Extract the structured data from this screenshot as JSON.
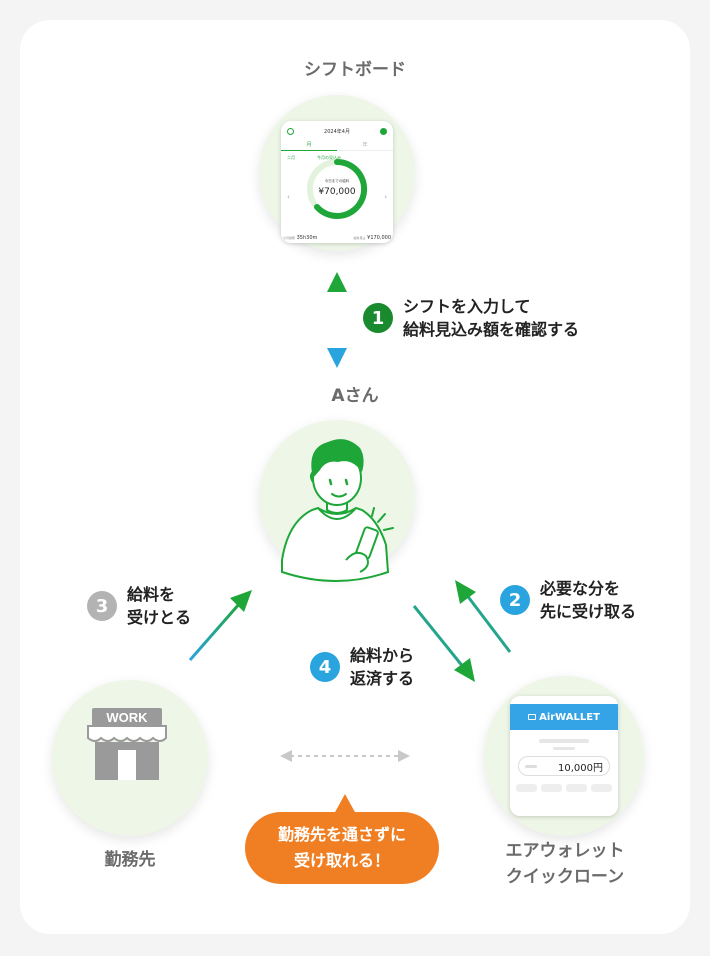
{
  "nodes": {
    "shiftboard": "シフトボード",
    "person": "Aさん",
    "workplace": "勤務先",
    "airwallet_line1": "エアウォレット",
    "airwallet_line2": "クイックローン"
  },
  "steps": [
    {
      "num": "1",
      "line1": "シフトを入力して",
      "line2": "給料見込み額を確認する",
      "color": "#1a8a2e"
    },
    {
      "num": "2",
      "line1": "必要な分を",
      "line2": "先に受け取る",
      "color": "#2aa4df"
    },
    {
      "num": "3",
      "line1": "給料を",
      "line2": "受けとる",
      "color": "#b3b3b3"
    },
    {
      "num": "4",
      "line1": "給料から",
      "line2": "返済する",
      "color": "#2aa4df"
    }
  ],
  "bubble": {
    "line1": "勤務先を通さずに",
    "line2": "受け取れる！"
  },
  "shop_sign": "WORK",
  "shiftboard_screen": {
    "header": "2024年4月",
    "tab_left": "月",
    "tab_right": "年",
    "back_label": "ニ月",
    "forecast_label": "今月の見込み",
    "ring_label": "今日までの給料",
    "amount": "¥70,000",
    "footer_left_label": "今月勤務",
    "footer_left_value": "35h30m",
    "footer_right_label": "給料見込",
    "footer_right_value": "¥170,000"
  },
  "airwallet_screen": {
    "brand": "AirWALLET",
    "amount": "10,000円"
  },
  "colors": {
    "green": "#1ea639",
    "blue": "#2aa4df",
    "orange": "#ef7f22",
    "circle_bg": "#eef6e8"
  }
}
